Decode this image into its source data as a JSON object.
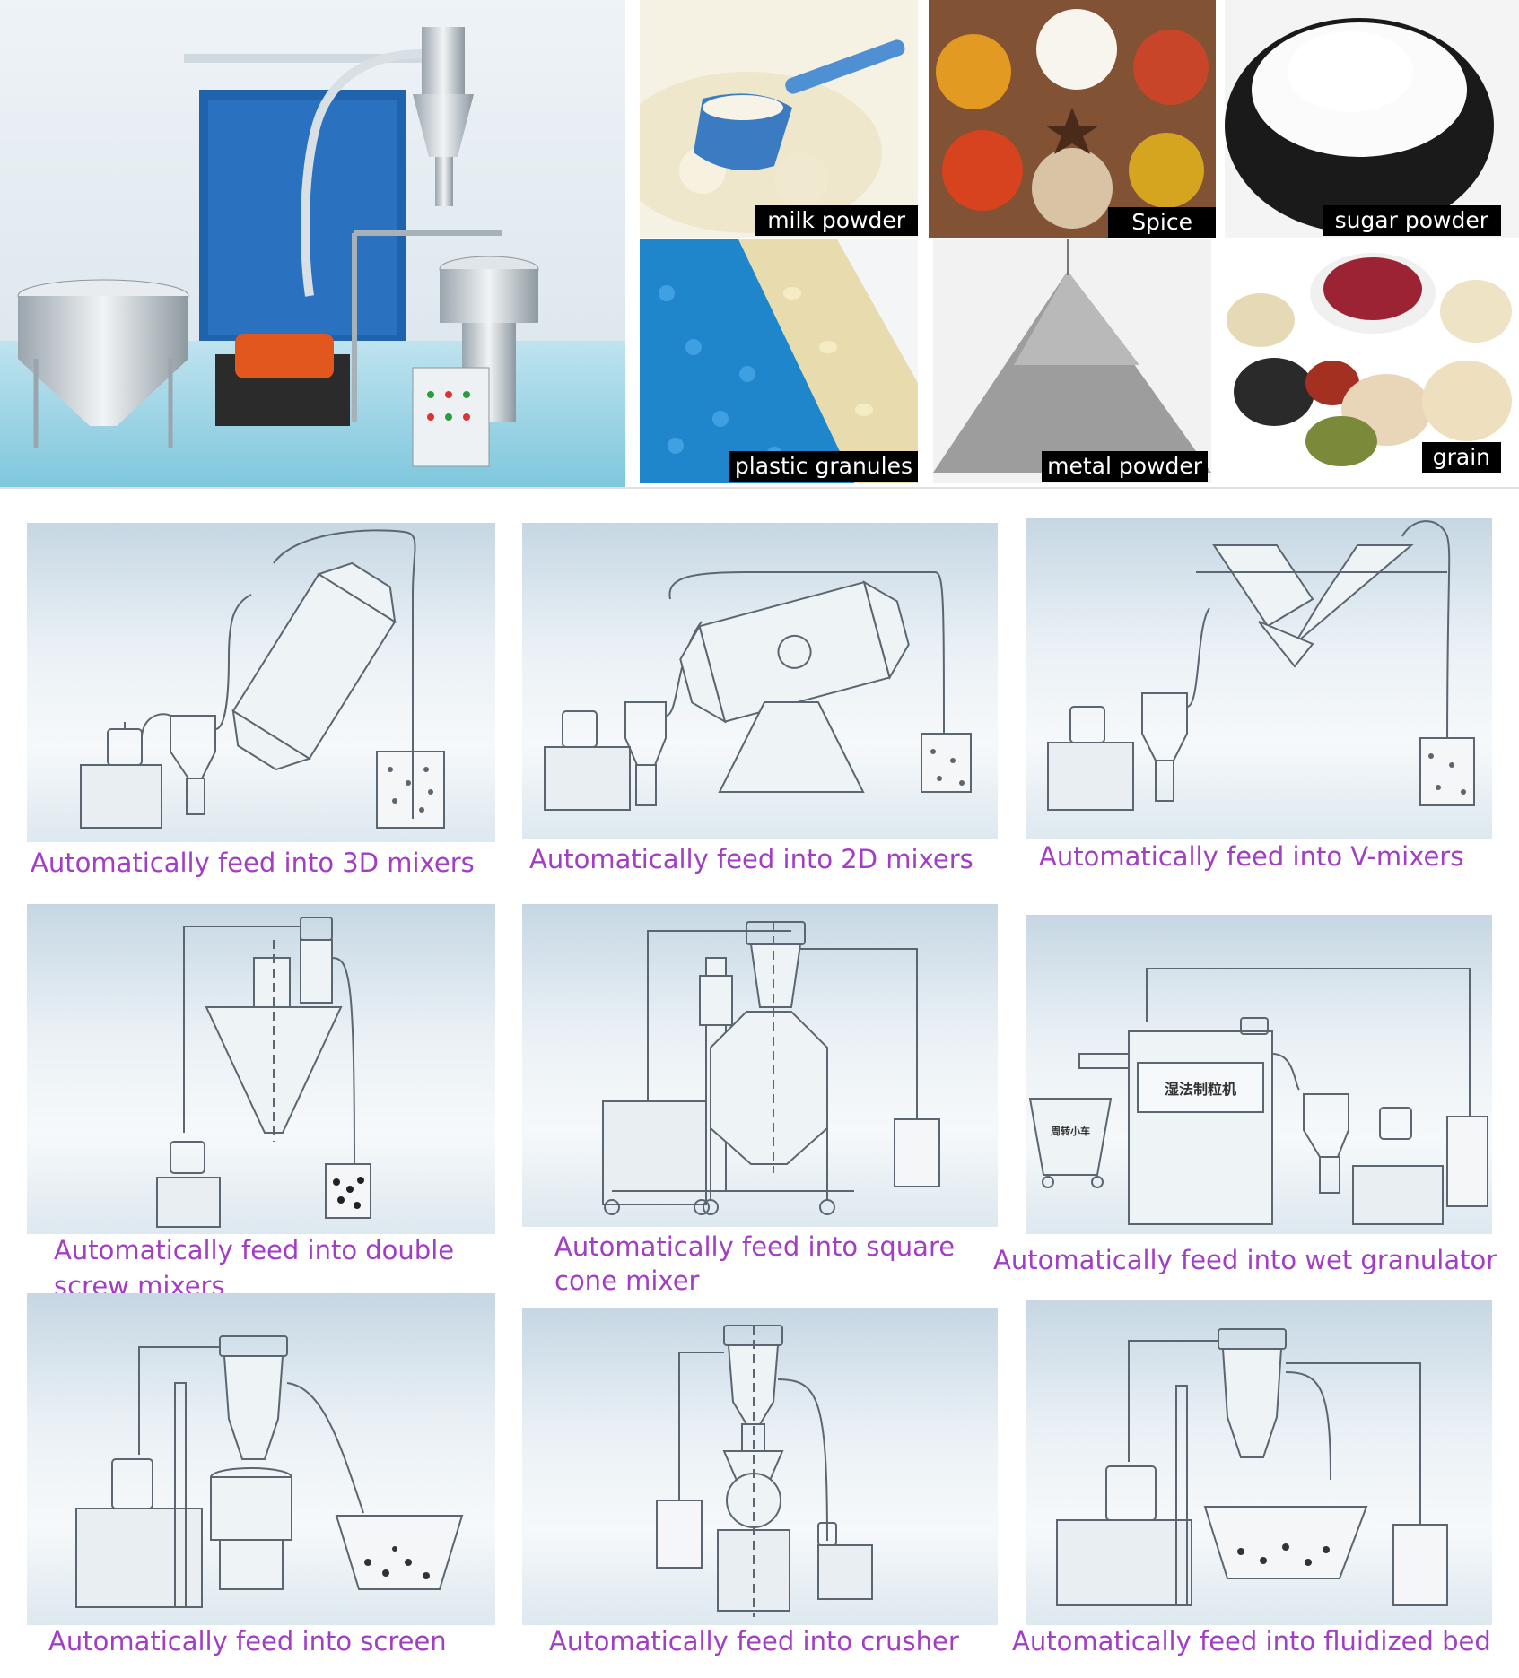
{
  "photos": {
    "milk": "milk powder",
    "spice": "Spice",
    "sugar": "sugar powder",
    "plastic": "plastic granules",
    "metal": "metal powder",
    "grain": "grain"
  },
  "applications": [
    {
      "label": "Automatically feed into 3D mixers"
    },
    {
      "label": "Automatically feed into 2D mixers"
    },
    {
      "label": "Automatically feed into V-mixers"
    },
    {
      "label": "Automatically feed into double screw mixers"
    },
    {
      "label": "Automatically feed into square cone mixer"
    },
    {
      "label": "Automatically feed into wet granulator"
    },
    {
      "label": "Automatically feed into screen"
    },
    {
      "label": "Automatically feed into crusher"
    },
    {
      "label": "Automatically feed into fluidized bed"
    }
  ],
  "diagram_text": {
    "granulator_plate": "湿法制粒机",
    "cart_plate": "周转小车"
  },
  "colors": {
    "label": "#a23ec4",
    "caption_bg": "#000000",
    "line": "#5b6670"
  }
}
